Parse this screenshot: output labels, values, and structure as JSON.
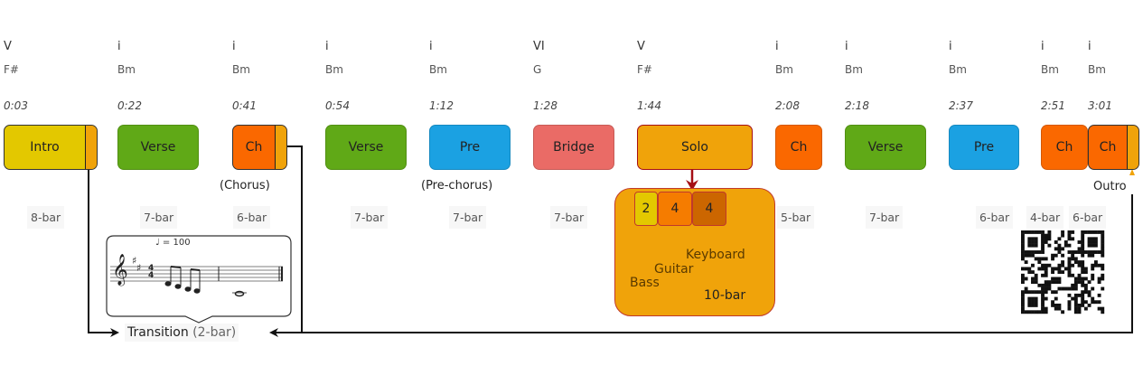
{
  "colors": {
    "intro": "#E3C800",
    "verse": "#60A917",
    "chorus": "#FA6800",
    "pre": "#1BA1E2",
    "bridge": "#EA6B66",
    "solo": "#F0A30A",
    "solo_border": "#A50F15",
    "transition_tail": "#F0A30A"
  },
  "sections": [
    {
      "roman": "V",
      "chord": "F#",
      "time": "0:03",
      "label": "Intro",
      "bars": "8-bar",
      "type": "intro"
    },
    {
      "roman": "i",
      "chord": "Bm",
      "time": "0:22",
      "label": "Verse",
      "bars": "7-bar",
      "type": "verse"
    },
    {
      "roman": "i",
      "chord": "Bm",
      "time": "0:41",
      "label": "Ch",
      "bars": "6-bar",
      "type": "chorus",
      "sublabel": "(Chorus)"
    },
    {
      "roman": "i",
      "chord": "Bm",
      "time": "0:54",
      "label": "Verse",
      "bars": "7-bar",
      "type": "verse"
    },
    {
      "roman": "i",
      "chord": "Bm",
      "time": "1:12",
      "label": "Pre",
      "bars": "7-bar",
      "type": "pre",
      "sublabel": "(Pre-chorus)"
    },
    {
      "roman": "VI",
      "chord": "G",
      "time": "1:28",
      "label": "Bridge",
      "bars": "7-bar",
      "type": "bridge"
    },
    {
      "roman": "V",
      "chord": "F#",
      "time": "1:44",
      "label": "Solo",
      "bars": "10-bar",
      "type": "solo"
    },
    {
      "roman": "i",
      "chord": "Bm",
      "time": "2:08",
      "label": "Ch",
      "bars": "5-bar",
      "type": "chorus"
    },
    {
      "roman": "i",
      "chord": "Bm",
      "time": "2:18",
      "label": "Verse",
      "bars": "7-bar",
      "type": "verse"
    },
    {
      "roman": "i",
      "chord": "Bm",
      "time": "2:37",
      "label": "Pre",
      "bars": "6-bar",
      "type": "pre"
    },
    {
      "roman": "i",
      "chord": "Bm",
      "time": "2:51",
      "label": "Ch",
      "bars": "4-bar",
      "type": "chorus"
    },
    {
      "roman": "i",
      "chord": "Bm",
      "time": "3:01",
      "label": "Ch",
      "bars": "6-bar",
      "type": "chorus",
      "sublabel": "Outro"
    }
  ],
  "solo_detail": {
    "parts": [
      {
        "bars": "2",
        "instrument": "Bass"
      },
      {
        "bars": "4",
        "instrument": "Guitar"
      },
      {
        "bars": "4",
        "instrument": "Keyboard"
      }
    ],
    "total": "10-bar"
  },
  "transition": {
    "label": "Transition",
    "length": "(2-bar)",
    "tempo": "= 100",
    "key_signature": "B minor (2 sharps)",
    "time_signature": "4/4"
  },
  "qr_code": {
    "icon": "qr-code-icon"
  }
}
